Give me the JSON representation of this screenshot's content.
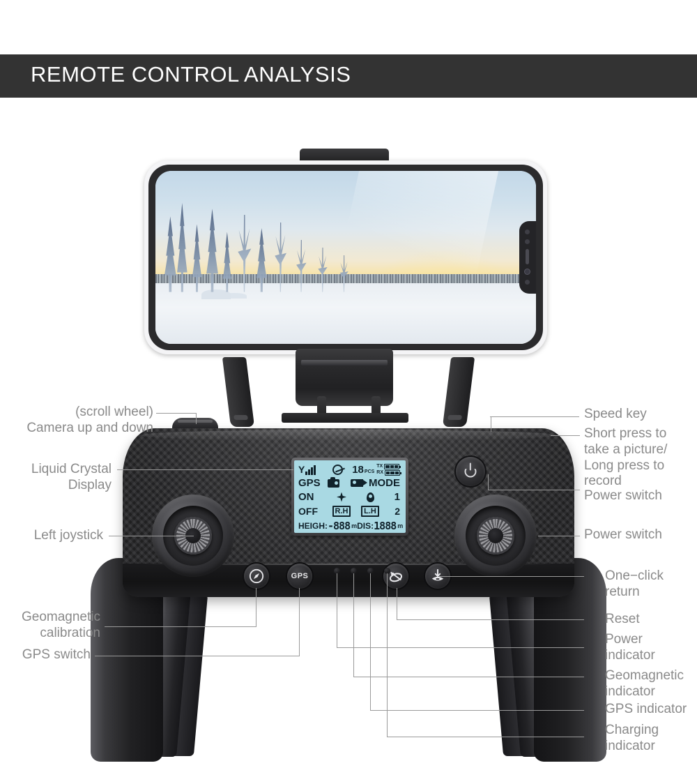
{
  "header": {
    "title": "REMOTE CONTROL ANALYSIS"
  },
  "phone": {
    "scene_description": "Winter forest sunset on snow field",
    "screen_alt": "snowy-forest-sunset"
  },
  "lcd": {
    "row1": {
      "signal_icon": "signal-bars-icon",
      "signal_label": "Y",
      "gps_icon": "gps-globe-icon",
      "count": "18",
      "count_unit": "PCS",
      "tx_label": "TX",
      "rx_label": "RX",
      "tx_battery_icon": "battery-icon",
      "rx_battery_icon": "battery-icon"
    },
    "row2": {
      "c1": "GPS",
      "c2_icon": "camera-icon",
      "c3_icon": "video-camera-icon",
      "c4": "MODE"
    },
    "row3": {
      "c1": "ON",
      "c2_icon": "compass-icon",
      "c3_icon": "map-pin-icon",
      "c4": "1"
    },
    "row4": {
      "c1": "OFF",
      "c2": "R.H",
      "c3": "L.H",
      "c4": "2"
    },
    "row5": {
      "height_label": "HEIGH:",
      "height_value": "-888",
      "height_unit": "m",
      "distance_label": "DIS:",
      "distance_value": "1888",
      "distance_unit": "m"
    }
  },
  "buttons": {
    "geomagnetic": {
      "name": "geomagnetic-calibration-button",
      "icon": "compass-circle-icon",
      "label": ""
    },
    "gps": {
      "name": "gps-switch-button",
      "icon": "gps-text-icon",
      "label": "GPS"
    },
    "reset": {
      "name": "reset-button",
      "icon": "satellite-icon",
      "label": ""
    },
    "return": {
      "name": "one-click-return-button",
      "icon": "return-to-home-icon",
      "label": ""
    },
    "power": {
      "name": "power-button",
      "icon": "power-icon",
      "label": ""
    }
  },
  "indicators": [
    {
      "name": "power-indicator-led"
    },
    {
      "name": "geomagnetic-indicator-led"
    },
    {
      "name": "gps-indicator-led"
    },
    {
      "name": "charging-indicator-led"
    }
  ],
  "callouts_left": [
    {
      "id": "scroll-wheel",
      "text": "(scroll wheel)\nCamera up and down"
    },
    {
      "id": "liquid-crystal-display",
      "text": "Liquid Crystal\nDisplay"
    },
    {
      "id": "left-joystick",
      "text": "Left joystick"
    },
    {
      "id": "geomagnetic-calibration",
      "text": "Geomagnetic\ncalibration"
    },
    {
      "id": "gps-switch",
      "text": "GPS switch"
    }
  ],
  "callouts_right": [
    {
      "id": "speed-key",
      "text": "Speed key"
    },
    {
      "id": "shutter-key",
      "text": "Short press to\ntake a picture/\nLong press to\nrecord"
    },
    {
      "id": "power-switch-top",
      "text": "Power switch"
    },
    {
      "id": "power-switch-bottom",
      "text": "Power switch"
    },
    {
      "id": "one-click-return",
      "text": "One−click\nreturn"
    },
    {
      "id": "reset",
      "text": "Reset"
    },
    {
      "id": "power-indicator",
      "text": "Power\nindicator"
    },
    {
      "id": "geomagnetic-indicator",
      "text": "Geomagnetic\nindicator"
    },
    {
      "id": "gps-indicator",
      "text": "GPS indicator"
    },
    {
      "id": "charging-indicator",
      "text": "Charging\nindicator"
    }
  ],
  "colors": {
    "header_bg": "#333333",
    "header_text": "#ffffff",
    "callout_text": "#8a8a8a",
    "leader_line": "#9a9a9a",
    "lcd_screen": "#a9d9e3",
    "lcd_text": "#10222b",
    "page_bg": "#ffffff"
  }
}
